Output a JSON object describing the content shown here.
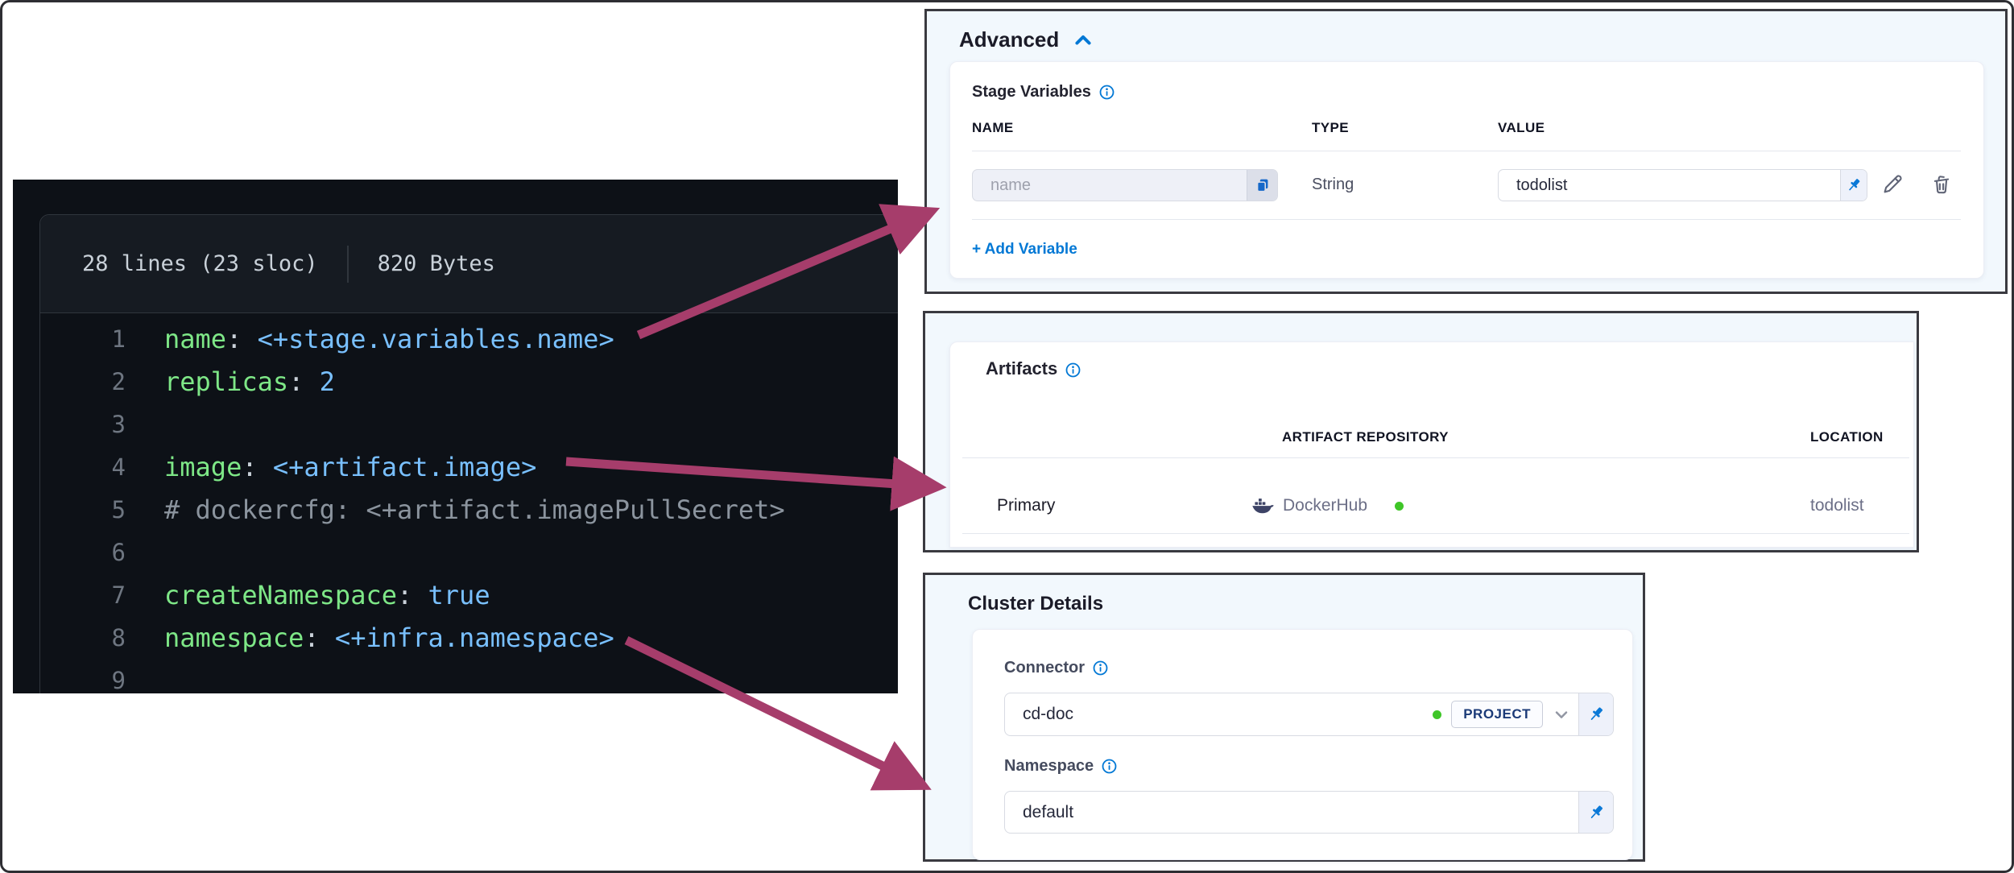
{
  "code_viewer": {
    "file_meta": {
      "lines_info": "28 lines (23 sloc)",
      "size_info": "820 Bytes"
    },
    "code_lines": [
      {
        "num": "1",
        "tokens": [
          {
            "text": "name",
            "type": "key"
          },
          {
            "text": ": ",
            "type": "plain"
          },
          {
            "text": "<+stage.variables.name>",
            "type": "expr"
          }
        ]
      },
      {
        "num": "2",
        "tokens": [
          {
            "text": "replicas",
            "type": "key"
          },
          {
            "text": ": ",
            "type": "plain"
          },
          {
            "text": "2",
            "type": "expr"
          }
        ]
      },
      {
        "num": "3",
        "tokens": []
      },
      {
        "num": "4",
        "tokens": [
          {
            "text": "image",
            "type": "key"
          },
          {
            "text": ": ",
            "type": "plain"
          },
          {
            "text": "<+artifact.image>",
            "type": "expr"
          }
        ]
      },
      {
        "num": "5",
        "tokens": [
          {
            "text": "# dockercfg: <+artifact.imagePullSecret>",
            "type": "comment"
          }
        ]
      },
      {
        "num": "6",
        "tokens": []
      },
      {
        "num": "7",
        "tokens": [
          {
            "text": "createNamespace",
            "type": "key"
          },
          {
            "text": ": ",
            "type": "plain"
          },
          {
            "text": "true",
            "type": "expr"
          }
        ]
      },
      {
        "num": "8",
        "tokens": [
          {
            "text": "namespace",
            "type": "key"
          },
          {
            "text": ": ",
            "type": "plain"
          },
          {
            "text": "<+infra.namespace>",
            "type": "expr"
          }
        ]
      },
      {
        "num": "9",
        "tokens": []
      }
    ]
  },
  "advanced_panel": {
    "title": "Advanced",
    "section_title": "Stage Variables",
    "columns": [
      "NAME",
      "TYPE",
      "VALUE"
    ],
    "variable_row": {
      "name_placeholder": "name",
      "type": "String",
      "value": "todolist"
    },
    "add_variable_label": "+ Add Variable"
  },
  "artifacts_panel": {
    "title": "Artifacts",
    "columns": [
      "ARTIFACT REPOSITORY",
      "LOCATION"
    ],
    "row": {
      "label": "Primary",
      "repository": "DockerHub",
      "location": "todolist"
    }
  },
  "cluster_panel": {
    "title": "Cluster Details",
    "connector_label": "Connector",
    "connector_value": "cd-doc",
    "connector_scope": "PROJECT",
    "namespace_label": "Namespace",
    "namespace_value": "default"
  },
  "icons": {
    "info": "info-circle",
    "collapse": "chevron-up",
    "copy": "copy",
    "pin": "pushpin",
    "edit": "pencil",
    "delete": "trash",
    "repository": "docker-whale",
    "dropdown": "chevron-down",
    "status": "green-dot"
  },
  "colors": {
    "accent_blue": "#0278d5",
    "arrow": "#a63d6b",
    "code_key": "#7ee787",
    "code_expr": "#79c0ff",
    "code_comment": "#8b949e",
    "status_green": "#3fc628",
    "code_bg": "#0d1117"
  }
}
